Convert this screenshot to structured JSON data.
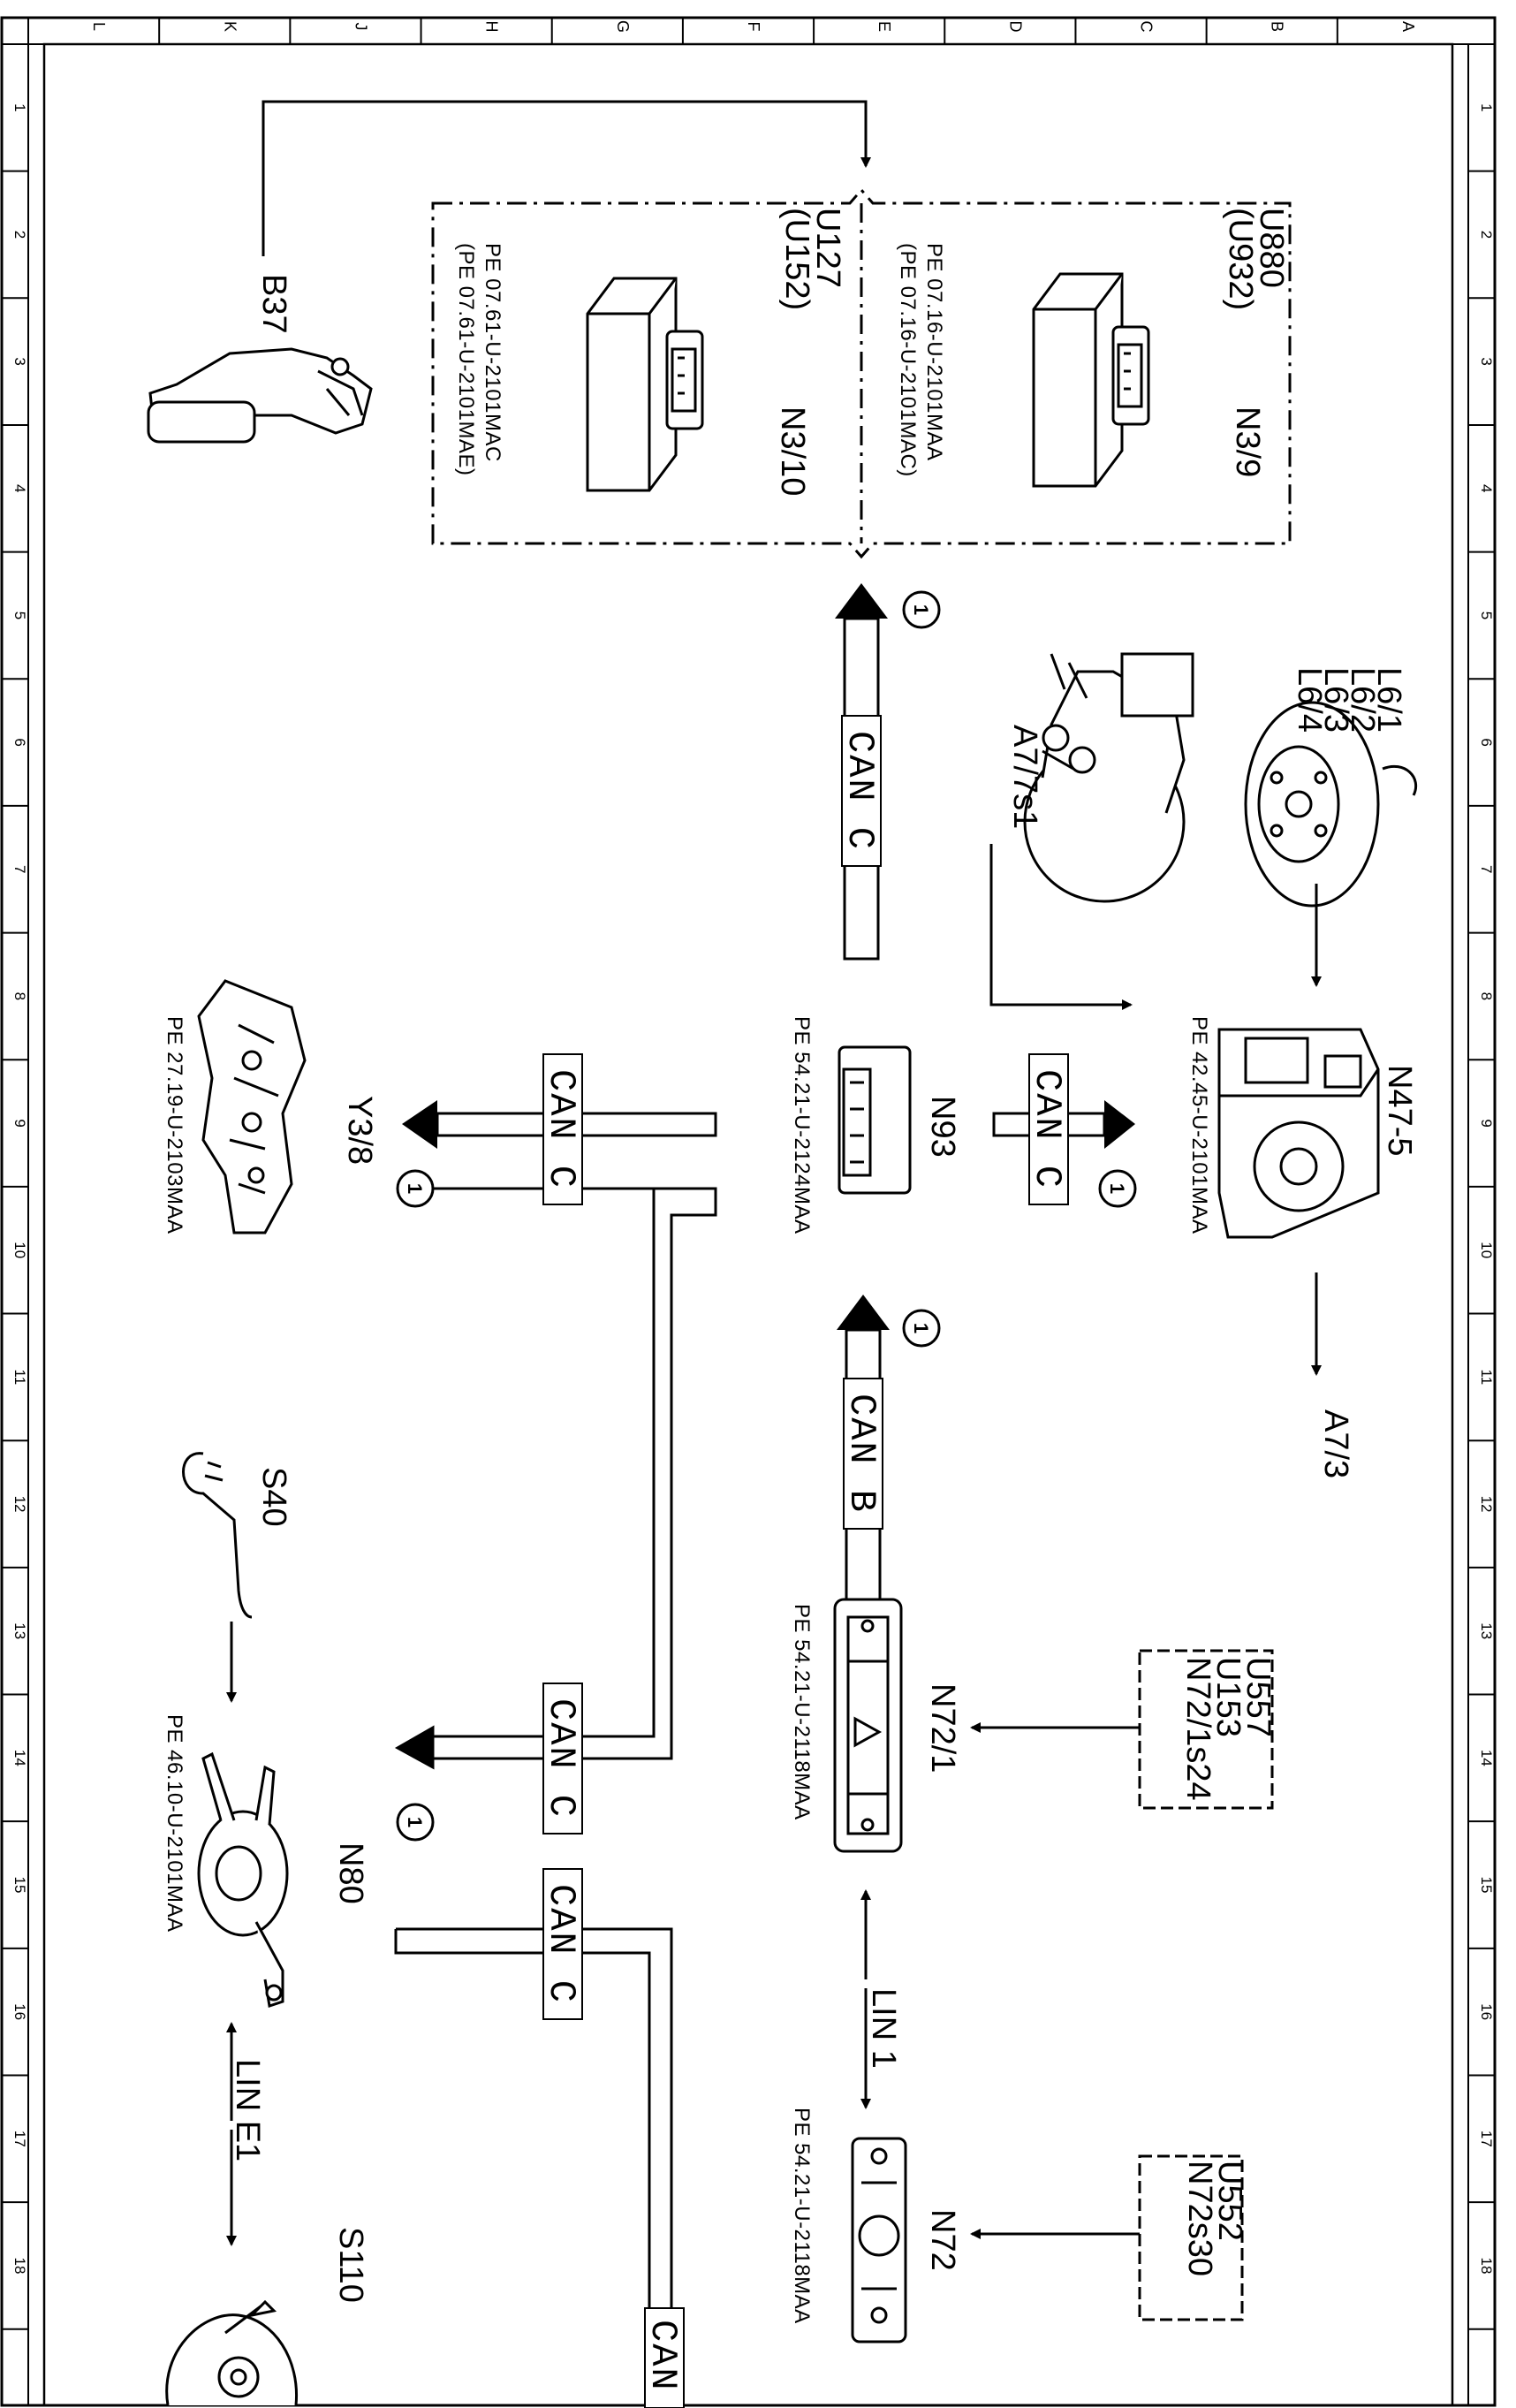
{
  "border": {
    "letters": [
      "L",
      "K",
      "J",
      "H",
      "G",
      "F",
      "E",
      "D",
      "C",
      "B",
      "A"
    ],
    "numbers": [
      "1",
      "2",
      "3",
      "4",
      "5",
      "6",
      "7",
      "8",
      "9",
      "10",
      "11",
      "12",
      "13",
      "14",
      "15",
      "16",
      "17",
      "18"
    ]
  },
  "components": {
    "n3_9": {
      "label": "N3/9",
      "variants": "U880\n(U932)",
      "ref1": "PE 07.16-U-2101MAA",
      "ref2": "(PE 07.16-U-2101MAC)"
    },
    "n3_10": {
      "label": "N3/10",
      "variants": "U127\n(U152)",
      "ref1": "PE 07.61-U-2101MAC",
      "ref2": "(PE 07.61-U-2101MAE)"
    },
    "b37": {
      "label": "B37"
    },
    "l6": {
      "labels": [
        "L6/1",
        "L6/2",
        "L6/3",
        "L6/4"
      ]
    },
    "a7_7s1": {
      "label": "A7/7s1"
    },
    "n47_5": {
      "label": "N47-5",
      "ref": "PE 42.45-U-2101MAA"
    },
    "a7_3": {
      "label": "A7/3"
    },
    "n93": {
      "label": "N93",
      "ref": "PE 54.21-U-2124MAA"
    },
    "y3_8": {
      "label": "Y3/8",
      "ref": "PE 27.19-U-2103MAA"
    },
    "n72_1": {
      "label": "N72/1",
      "ref": "PE 54.21-U-2118MAA"
    },
    "u557": {
      "lines": [
        "U557",
        "U153",
        "N72/1s24"
      ]
    },
    "n72": {
      "label": "N72",
      "ref": "PE 54.21-U-2118MAA"
    },
    "u552": {
      "lines": [
        "U552",
        "N72s30"
      ]
    },
    "s40": {
      "label": "S40"
    },
    "n80": {
      "label": "N80",
      "ref": "PE 46.10-U-2101MAA"
    },
    "s110": {
      "label": "S110"
    }
  },
  "buses": {
    "can_c": "CAN C",
    "can_b": "CAN B",
    "can_cut": "CAN",
    "lin_1": "LIN 1",
    "lin_e1": "LIN E1",
    "marker": "1"
  }
}
